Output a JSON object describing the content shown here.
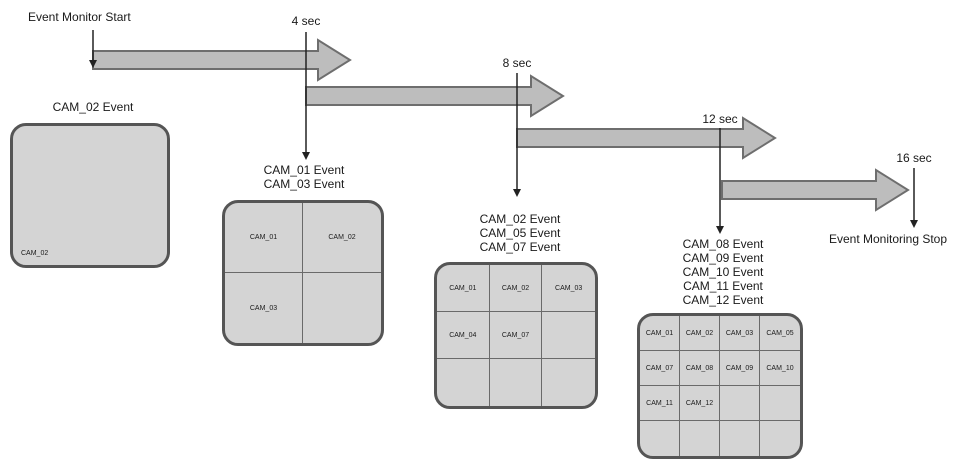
{
  "start_label": "Event Monitor Start",
  "stop_label": "Event Monitoring Stop",
  "time_marks": [
    "4 sec",
    "8 sec",
    "12 sec",
    "16 sec"
  ],
  "stages": [
    {
      "events": [
        "CAM_02 Event"
      ],
      "layout": "1x1",
      "cells": [
        "CAM_02"
      ]
    },
    {
      "events": [
        "CAM_01 Event",
        "CAM_03 Event"
      ],
      "layout": "2x2",
      "cells": [
        "CAM_01",
        "CAM_02",
        "CAM_03",
        ""
      ]
    },
    {
      "events": [
        "CAM_02 Event",
        "CAM_05 Event",
        "CAM_07 Event"
      ],
      "layout": "3x3",
      "cells": [
        "CAM_01",
        "CAM_02",
        "CAM_03",
        "CAM_04",
        "CAM_07",
        "",
        "",
        "",
        ""
      ]
    },
    {
      "events": [
        "CAM_08 Event",
        "CAM_09 Event",
        "CAM_10 Event",
        "CAM_11 Event",
        "CAM_12 Event"
      ],
      "layout": "4x4",
      "cells": [
        "CAM_01",
        "CAM_02",
        "CAM_03",
        "CAM_05",
        "CAM_07",
        "CAM_08",
        "CAM_09",
        "CAM_10",
        "CAM_11",
        "CAM_12",
        "",
        "",
        "",
        "",
        "",
        ""
      ]
    }
  ],
  "colors": {
    "arrow_fill": "#bdbdbd",
    "arrow_stroke": "#6e6e6e",
    "grid_fill": "#d4d4d4",
    "grid_border": "#555555"
  }
}
